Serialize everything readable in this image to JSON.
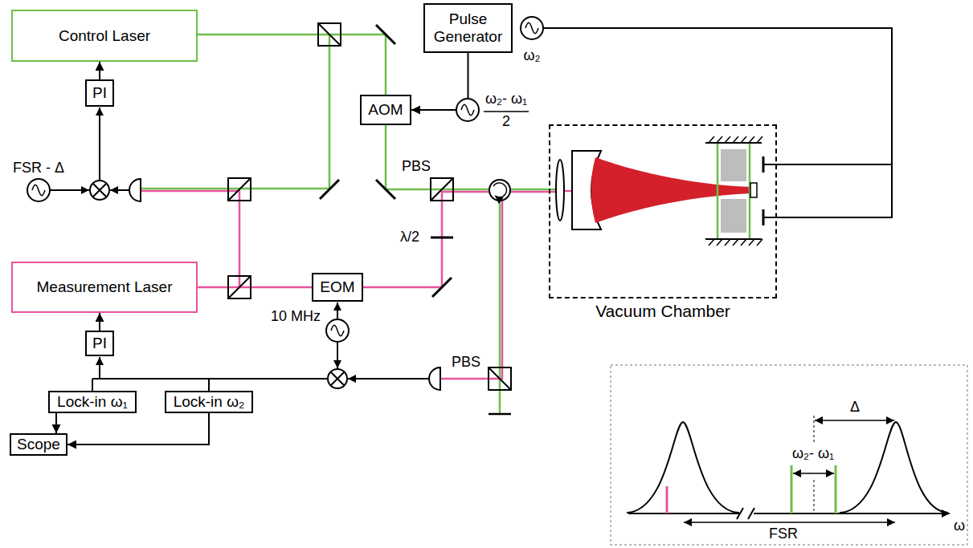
{
  "diagram": {
    "nodes": [
      {
        "text": [
          "Control Laser"
        ]
      },
      {
        "text": [
          "Pulse Generator"
        ]
      },
      {
        "text": [
          "AOM"
        ]
      },
      {
        "text": [
          "PI"
        ]
      },
      {
        "text": [
          "Vacuum Chamber"
        ]
      },
      {
        "text": [
          "Measurement Laser"
        ]
      },
      {
        "text": [
          "EOM"
        ]
      },
      {
        "text": [
          "PI"
        ]
      },
      {
        "text": [
          "Lock-in ω₁"
        ]
      },
      {
        "text": [
          "Lock-in ω₂"
        ]
      },
      {
        "text": [
          "Scope"
        ]
      }
    ],
    "edges": [
      {
        "from": 3,
        "to": 0,
        "arrow": "to"
      },
      {
        "from": 1,
        "to": 2,
        "arrow": "to"
      },
      {
        "from": 7,
        "to": 5,
        "arrow": "to"
      },
      {
        "from": 8,
        "to": 10,
        "arrow": "to"
      },
      {
        "from": 9,
        "to": 10,
        "arrow": "to"
      }
    ],
    "labels": [
      "ω₂",
      "ω₂- ω₁",
      "2",
      "FSR - Δ",
      "PBS",
      "λ/2",
      "PBS",
      "10 MHz",
      "Δ",
      "ω₂- ω₁",
      "FSR",
      "ω"
    ]
  }
}
